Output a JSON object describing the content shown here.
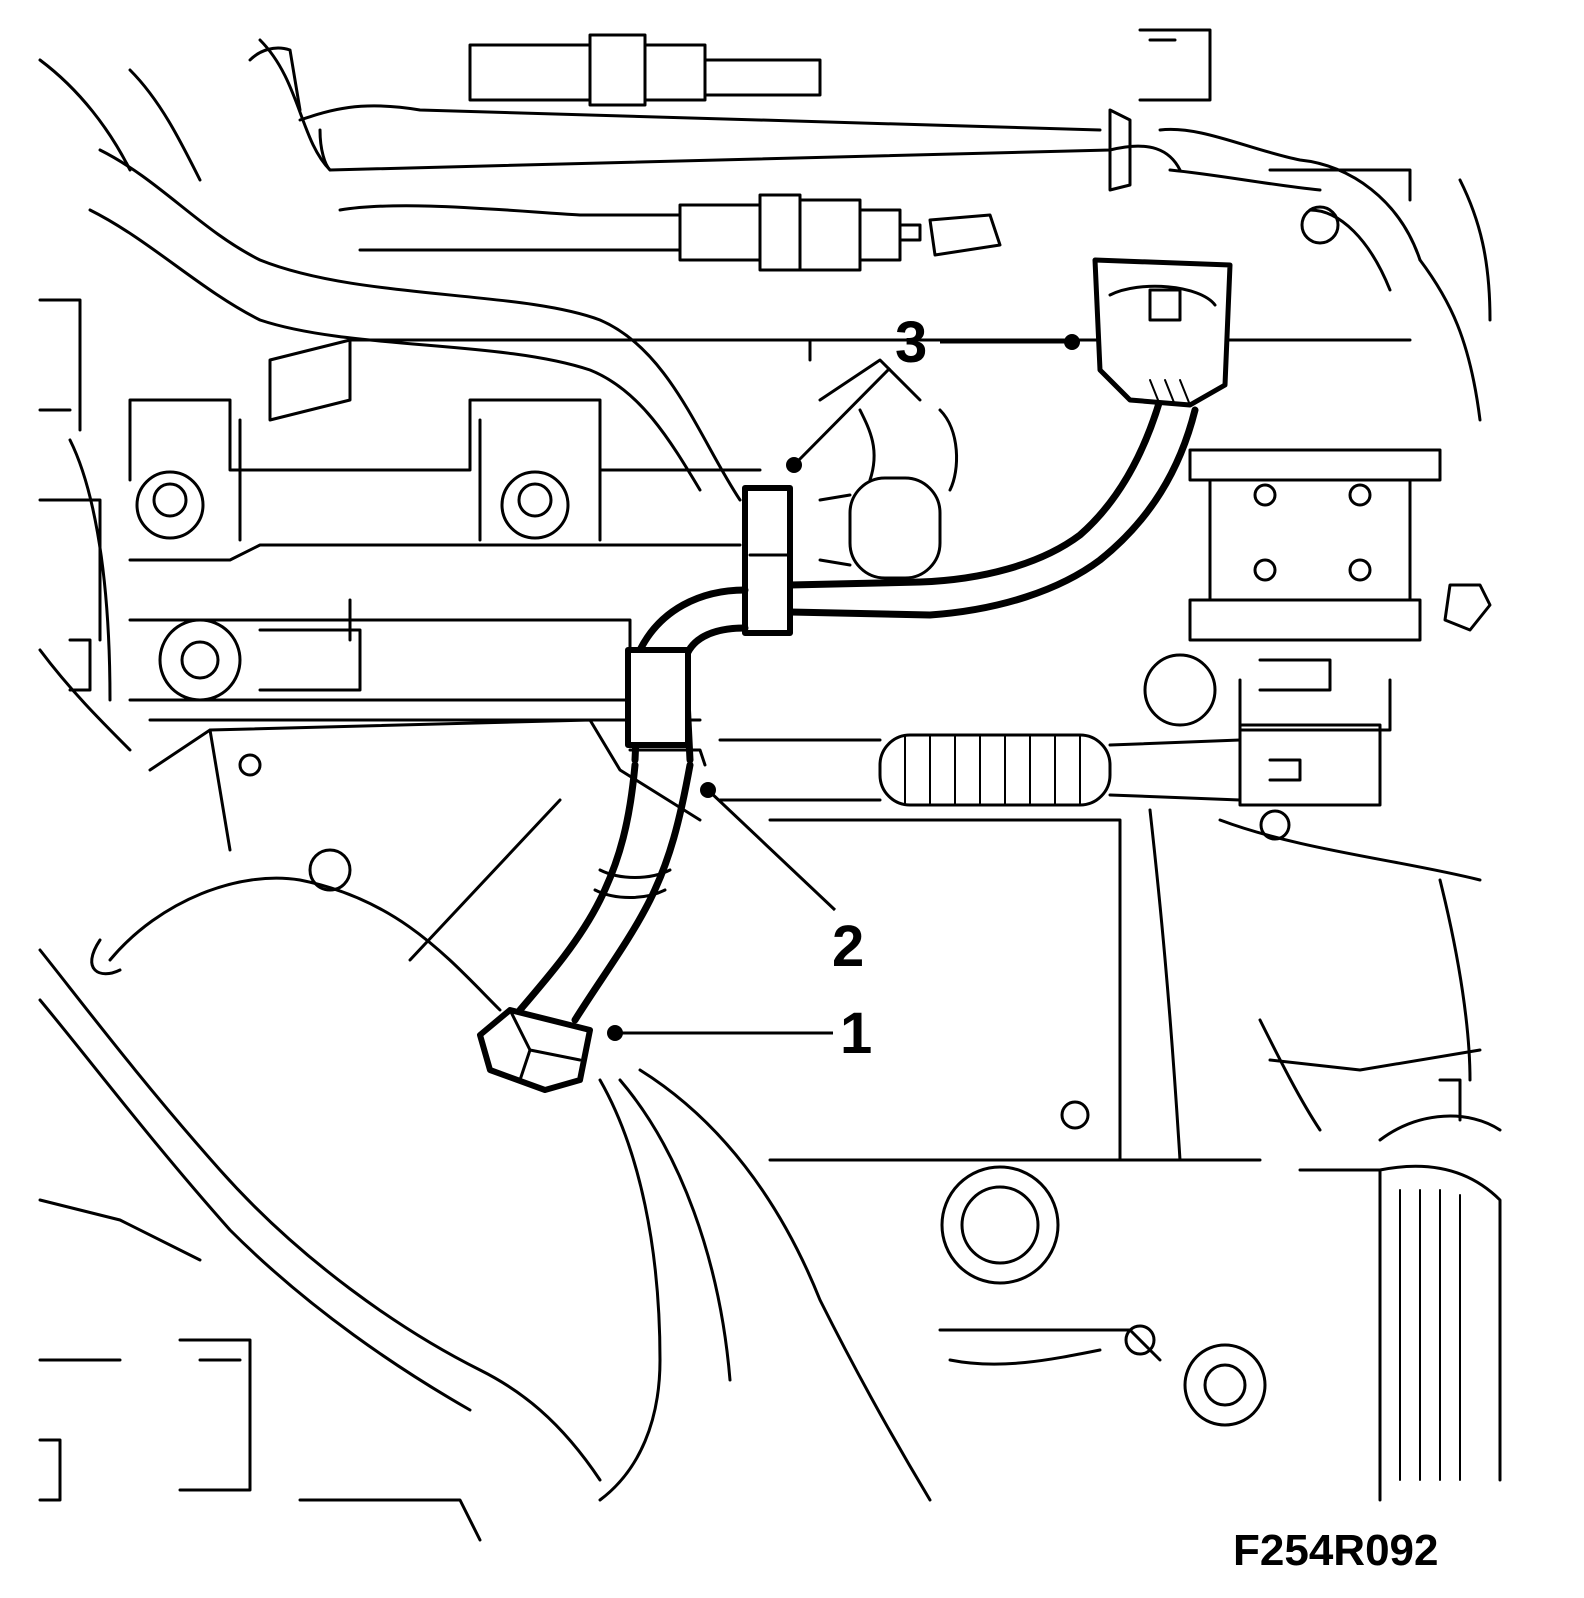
{
  "figure": {
    "code": "F254R092",
    "callouts": [
      {
        "id": "1",
        "label": "1"
      },
      {
        "id": "2",
        "label": "2"
      },
      {
        "id": "3",
        "label": "3"
      }
    ]
  }
}
